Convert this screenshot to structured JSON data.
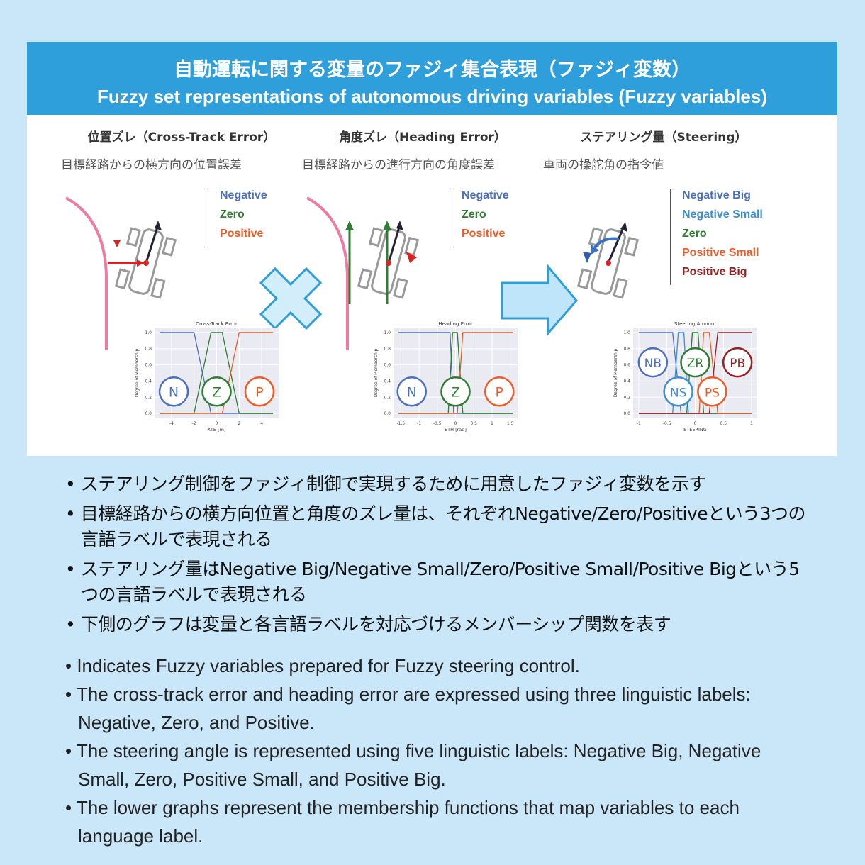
{
  "header": {
    "title_jp": "自動運転に関する変量のファジィ集合表現（ファジィ変数）",
    "title_en": "Fuzzy set representations of autonomous driving variables (Fuzzy variables)"
  },
  "columns": [
    {
      "title": "位置ズレ（Cross-Track Error）",
      "subtitle": "目標経路からの横方向の位置誤差",
      "labels": [
        "Negative",
        "Zero",
        "Positive"
      ]
    },
    {
      "title": "角度ズレ（Heading Error）",
      "subtitle": "目標経路からの進行方向の角度誤差",
      "labels": [
        "Negative",
        "Zero",
        "Positive"
      ]
    },
    {
      "title": "ステアリング量（Steering）",
      "subtitle": "車両の操舵角の指令値",
      "labels": [
        "Negative Big",
        "Negative Small",
        "Zero",
        "Positive Small",
        "Positive Big"
      ]
    }
  ],
  "colors": {
    "negative": "#4a6fc0",
    "zero": "#2e7d32",
    "positive": "#f05a24",
    "neg_small": "#3b8fd9",
    "pos_big": "#9a2020",
    "header": "#2f9fdc"
  },
  "chart_data": [
    {
      "type": "line",
      "title": "Cross-Track Error",
      "xlabel": "XTE [m]",
      "ylabel": "Degree of Membership",
      "xlim": [
        -5.5,
        5.5
      ],
      "ylim": [
        0,
        1
      ],
      "xticks": [
        -4,
        -2,
        0,
        2,
        4
      ],
      "yticks": [
        0.0,
        0.2,
        0.4,
        0.6,
        0.8,
        1.0
      ],
      "series": [
        {
          "name": "N",
          "color": "#4a6fc0",
          "points": [
            [
              -5,
              1
            ],
            [
              -2,
              1
            ],
            [
              -0.5,
              0
            ],
            [
              5,
              0
            ]
          ]
        },
        {
          "name": "Z",
          "color": "#2e7d32",
          "points": [
            [
              -5,
              0
            ],
            [
              -2,
              0
            ],
            [
              -0.5,
              1
            ],
            [
              0.5,
              1
            ],
            [
              2,
              0
            ],
            [
              5,
              0
            ]
          ]
        },
        {
          "name": "P",
          "color": "#f05a24",
          "points": [
            [
              -5,
              0
            ],
            [
              0.5,
              0
            ],
            [
              2,
              1
            ],
            [
              5,
              1
            ]
          ]
        }
      ],
      "badges": [
        {
          "text": "N",
          "x": -3.8,
          "y": 0.27
        },
        {
          "text": "Z",
          "x": 0,
          "y": 0.27
        },
        {
          "text": "P",
          "x": 3.8,
          "y": 0.27
        }
      ]
    },
    {
      "type": "line",
      "title": "Heading Error",
      "xlabel": "ETH [rad]",
      "ylabel": "Degree of Membership",
      "xlim": [
        -1.7,
        1.7
      ],
      "ylim": [
        0,
        1
      ],
      "xticks": [
        -1.5,
        -1.0,
        -0.5,
        0.0,
        0.5,
        1.0,
        1.5
      ],
      "yticks": [
        0.0,
        0.2,
        0.4,
        0.6,
        0.8,
        1.0
      ],
      "series": [
        {
          "name": "N",
          "color": "#4a6fc0",
          "points": [
            [
              -1.57,
              1
            ],
            [
              -0.15,
              1
            ],
            [
              -0.05,
              0
            ],
            [
              1.57,
              0
            ]
          ]
        },
        {
          "name": "Z",
          "color": "#2e7d32",
          "points": [
            [
              -1.57,
              0
            ],
            [
              -0.2,
              0
            ],
            [
              -0.08,
              1
            ],
            [
              0.05,
              1
            ],
            [
              0.2,
              0
            ],
            [
              1.57,
              0
            ]
          ]
        },
        {
          "name": "P",
          "color": "#f05a24",
          "points": [
            [
              -1.57,
              0
            ],
            [
              0.05,
              0
            ],
            [
              0.2,
              1
            ],
            [
              1.57,
              1
            ]
          ]
        }
      ],
      "badges": [
        {
          "text": "N",
          "x": -1.2,
          "y": 0.27
        },
        {
          "text": "Z",
          "x": 0,
          "y": 0.27
        },
        {
          "text": "P",
          "x": 1.2,
          "y": 0.27
        }
      ]
    },
    {
      "type": "line",
      "title": "Steering Amount",
      "xlabel": "STEERING",
      "ylabel": "Degree of Membership",
      "xlim": [
        -1.1,
        1.1
      ],
      "ylim": [
        0,
        1
      ],
      "xticks": [
        -1.0,
        -0.5,
        0.0,
        0.5,
        1.0
      ],
      "yticks": [
        0.0,
        0.2,
        0.4,
        0.6,
        0.8,
        1.0
      ],
      "series": [
        {
          "name": "NB",
          "color": "#4a6fc0",
          "points": [
            [
              -1,
              1
            ],
            [
              -0.4,
              1
            ],
            [
              -0.25,
              0
            ],
            [
              1,
              0
            ]
          ]
        },
        {
          "name": "NS",
          "color": "#3b8fd9",
          "points": [
            [
              -1,
              0
            ],
            [
              -0.4,
              0
            ],
            [
              -0.3,
              1
            ],
            [
              -0.2,
              1
            ],
            [
              -0.12,
              0
            ],
            [
              1,
              0
            ]
          ]
        },
        {
          "name": "ZR",
          "color": "#2e7d32",
          "points": [
            [
              -1,
              0
            ],
            [
              -0.15,
              0
            ],
            [
              -0.05,
              1
            ],
            [
              0.05,
              1
            ],
            [
              0.15,
              0
            ],
            [
              1,
              0
            ]
          ]
        },
        {
          "name": "PS",
          "color": "#f05a24",
          "points": [
            [
              -1,
              0
            ],
            [
              0.07,
              0
            ],
            [
              0.15,
              1
            ],
            [
              0.25,
              1
            ],
            [
              0.4,
              0
            ],
            [
              1,
              0
            ]
          ]
        },
        {
          "name": "PB",
          "color": "#9a2020",
          "points": [
            [
              -1,
              0
            ],
            [
              0.25,
              0
            ],
            [
              0.4,
              1
            ],
            [
              1,
              1
            ]
          ]
        }
      ],
      "badges": [
        {
          "text": "NB",
          "x": -0.75,
          "y": 0.63
        },
        {
          "text": "ZR",
          "x": 0,
          "y": 0.63
        },
        {
          "text": "PB",
          "x": 0.75,
          "y": 0.63
        },
        {
          "text": "NS",
          "x": -0.3,
          "y": 0.27
        },
        {
          "text": "PS",
          "x": 0.3,
          "y": 0.27
        }
      ]
    }
  ],
  "bullets_jp": [
    "ステアリング制御をファジィ制御で実現するために用意したファジィ変数を示す",
    "目標経路からの横方向位置と角度のズレ量は、それぞれNegative/Zero/Positiveという3つの言語ラベルで表現される",
    "ステアリング量はNegative Big/Negative Small/Zero/Positive Small/Positive Bigという5つの言語ラベルで表現される",
    "下側のグラフは変量と各言語ラベルを対応づけるメンバーシップ関数を表す"
  ],
  "bullets_en": [
    "Indicates Fuzzy variables prepared for Fuzzy steering control.",
    "The cross-track error and heading error are expressed using three linguistic labels: Negative, Zero, and Positive.",
    "The steering angle is represented using five linguistic labels: Negative Big, Negative Small, Zero, Positive Small, and Positive Big.",
    "The lower graphs represent the membership functions that map variables to each language label."
  ]
}
